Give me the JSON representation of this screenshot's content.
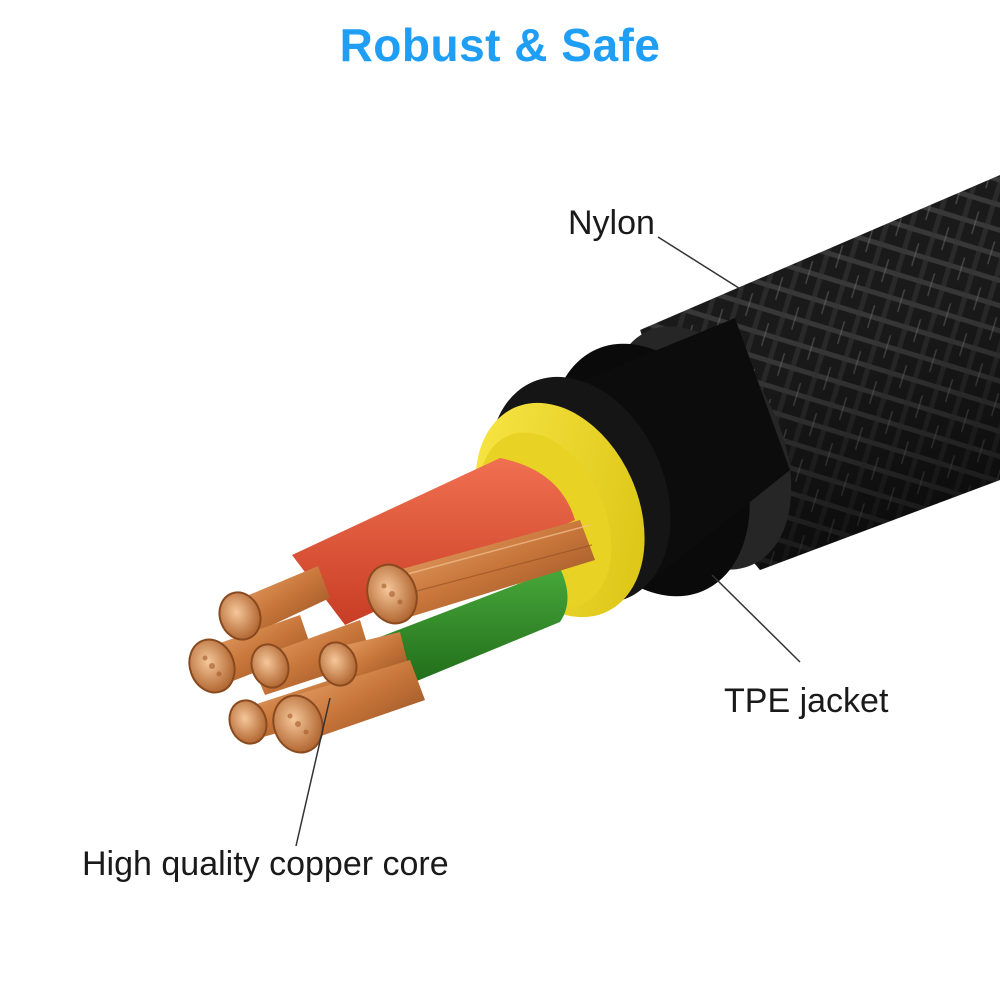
{
  "title": "Robust & Safe",
  "labels": {
    "nylon": "Nylon",
    "tpe": "TPE jacket",
    "copper": "High quality copper core"
  },
  "colors": {
    "title": "#1e9ef4",
    "braid": "#1b1b1b",
    "tpe_jacket": "#0d0d0d",
    "yellow_insulation": "#f2dd1d",
    "red_wire": "#e8553a",
    "green_wire": "#2f8a25",
    "copper": "#c8763a"
  },
  "icons": [
    "braided-cable-illustration"
  ]
}
